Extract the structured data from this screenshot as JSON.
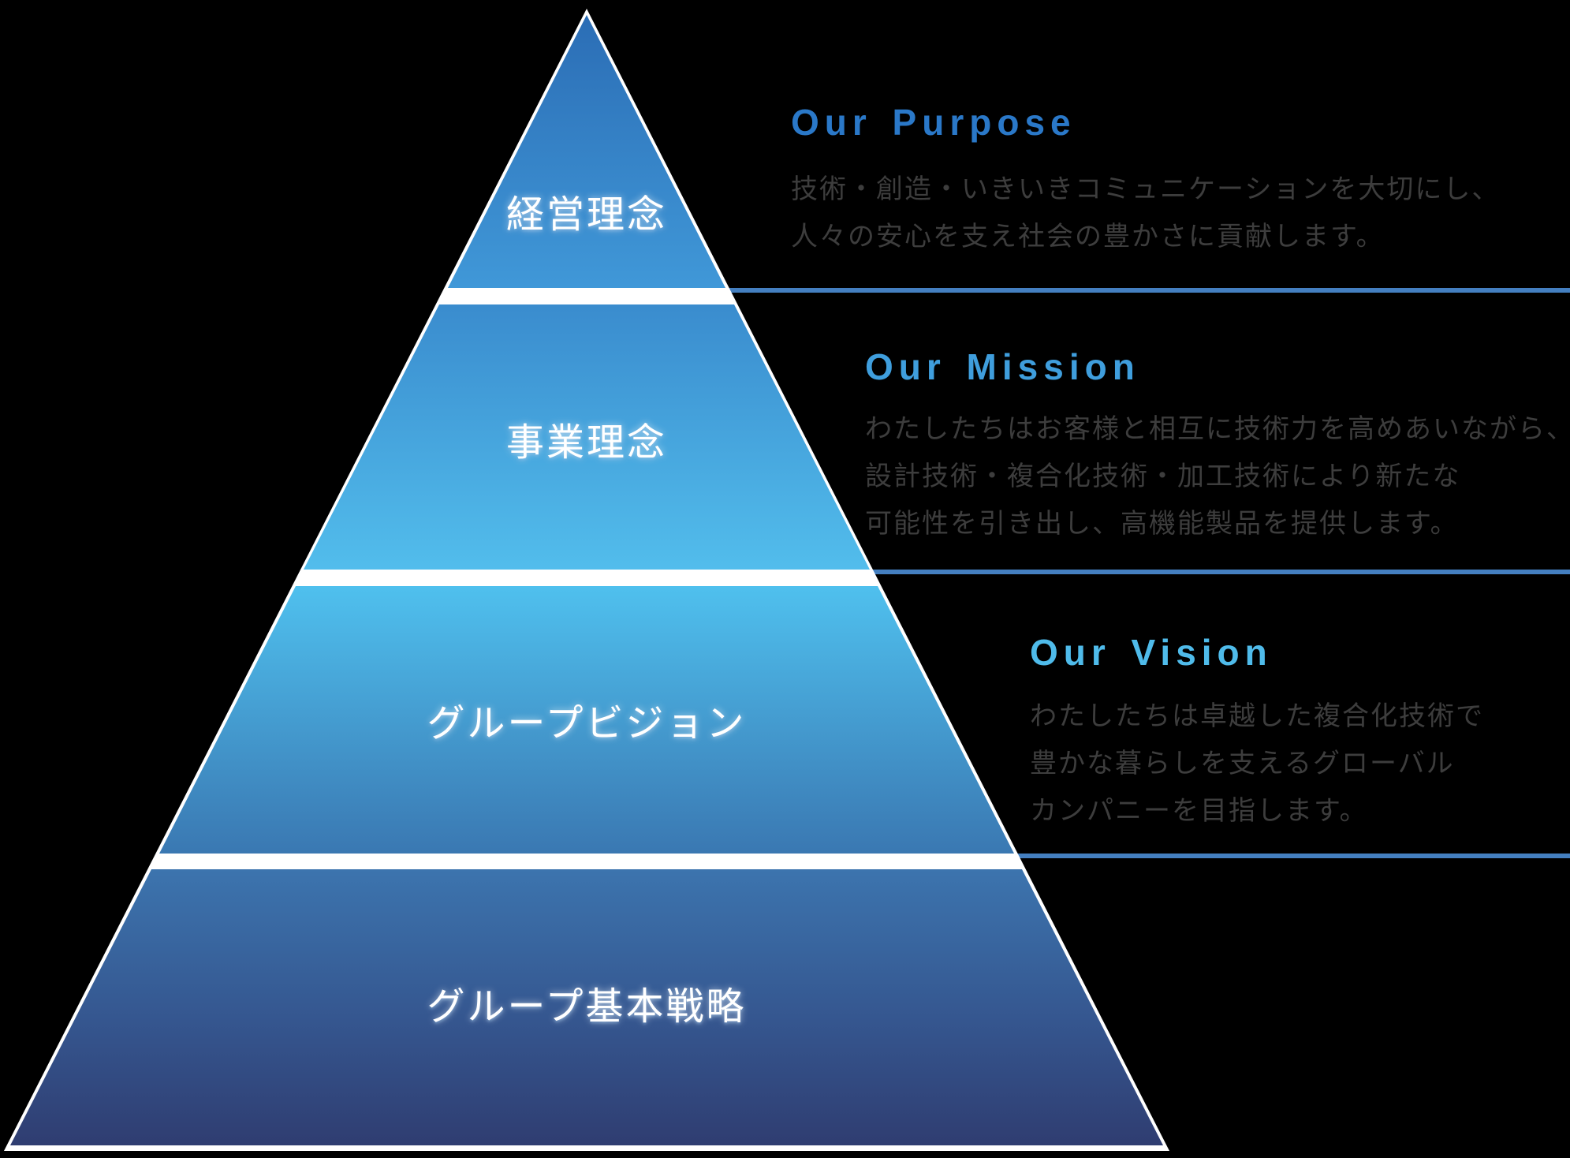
{
  "pyramid": {
    "tiers": [
      {
        "label": "経営理念"
      },
      {
        "label": "事業理念"
      },
      {
        "label": "グループビジョン"
      },
      {
        "label": "グループ基本戦略"
      }
    ]
  },
  "sections": [
    {
      "heading": "Our Purpose",
      "body_lines": [
        "技術・創造・いきいきコミュニケーションを大切にし、",
        "人々の安心を支え社会の豊かさに貢献します。"
      ]
    },
    {
      "heading": "Our Mission",
      "body_lines": [
        "わたしたちはお客様と相互に技術力を高めあいながら、",
        "設計技術・複合化技術・加工技術により新たな",
        "可能性を引き出し、高機能製品を提供します。"
      ]
    },
    {
      "heading": "Our Vision",
      "body_lines": [
        "わたしたちは卓越した複合化技術で",
        "豊かな暮らしを支えるグローバル",
        "カンパニーを目指します。"
      ]
    }
  ],
  "colors": {
    "background": "#000000",
    "purpose_heading": "#2a78c8",
    "mission_heading": "#3f9edd",
    "vision_heading": "#4fbbea",
    "separator_line": "#447fc0",
    "body_text": "#3d3d3d",
    "tier_label_text": "#ffffff",
    "pyramid_outline": "#ffffff",
    "tier1_gradient_top": "#2b6db5",
    "tier1_gradient_bottom": "#4098d8",
    "tier2_gradient_top": "#3a8cce",
    "tier2_gradient_bottom": "#52bdec",
    "tier3_gradient_top": "#4fc0ee",
    "tier3_gradient_bottom": "#3a78b2",
    "tier4_gradient_top": "#3c74ae",
    "tier4_gradient_bottom": "#2f3d71"
  }
}
